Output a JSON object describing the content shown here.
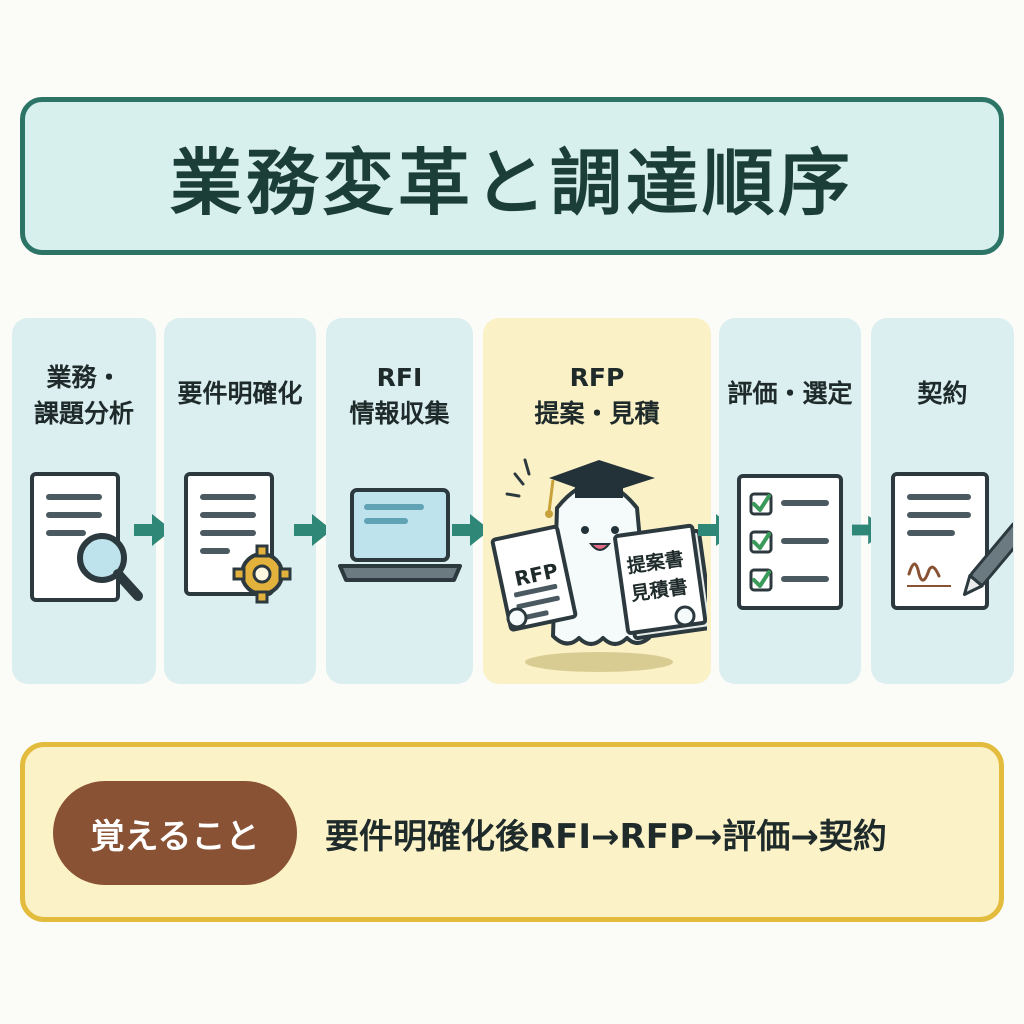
{
  "title": "業務変革と調達順序",
  "steps": [
    {
      "line1": "業務・",
      "line2": "課題分析",
      "icon": "document-magnifier-icon"
    },
    {
      "line1": "要件明確化",
      "line2": "",
      "icon": "document-gear-icon"
    },
    {
      "line1": "RFI",
      "line2": "情報収集",
      "icon": "laptop-icon"
    },
    {
      "line1": "RFP",
      "line2": "提案・見積",
      "icon": "ghost-mascot-icon"
    },
    {
      "line1": "評価・選定",
      "line2": "",
      "icon": "checklist-icon"
    },
    {
      "line1": "契約",
      "line2": "",
      "icon": "signed-contract-icon"
    }
  ],
  "mascot": {
    "left_doc_label": "RFP",
    "right_doc_line1": "提案書",
    "right_doc_line2": "見積書"
  },
  "memo": {
    "badge": "覚えること",
    "text": "要件明確化後RFI→RFP→評価→契約"
  },
  "colors": {
    "teal": "#2b7466",
    "arrow": "#2f8777",
    "panel": "#dbeef0",
    "highlight_panel": "#fbf1c7",
    "badge": "#8a5234",
    "memo_border": "#e3bc3e"
  }
}
